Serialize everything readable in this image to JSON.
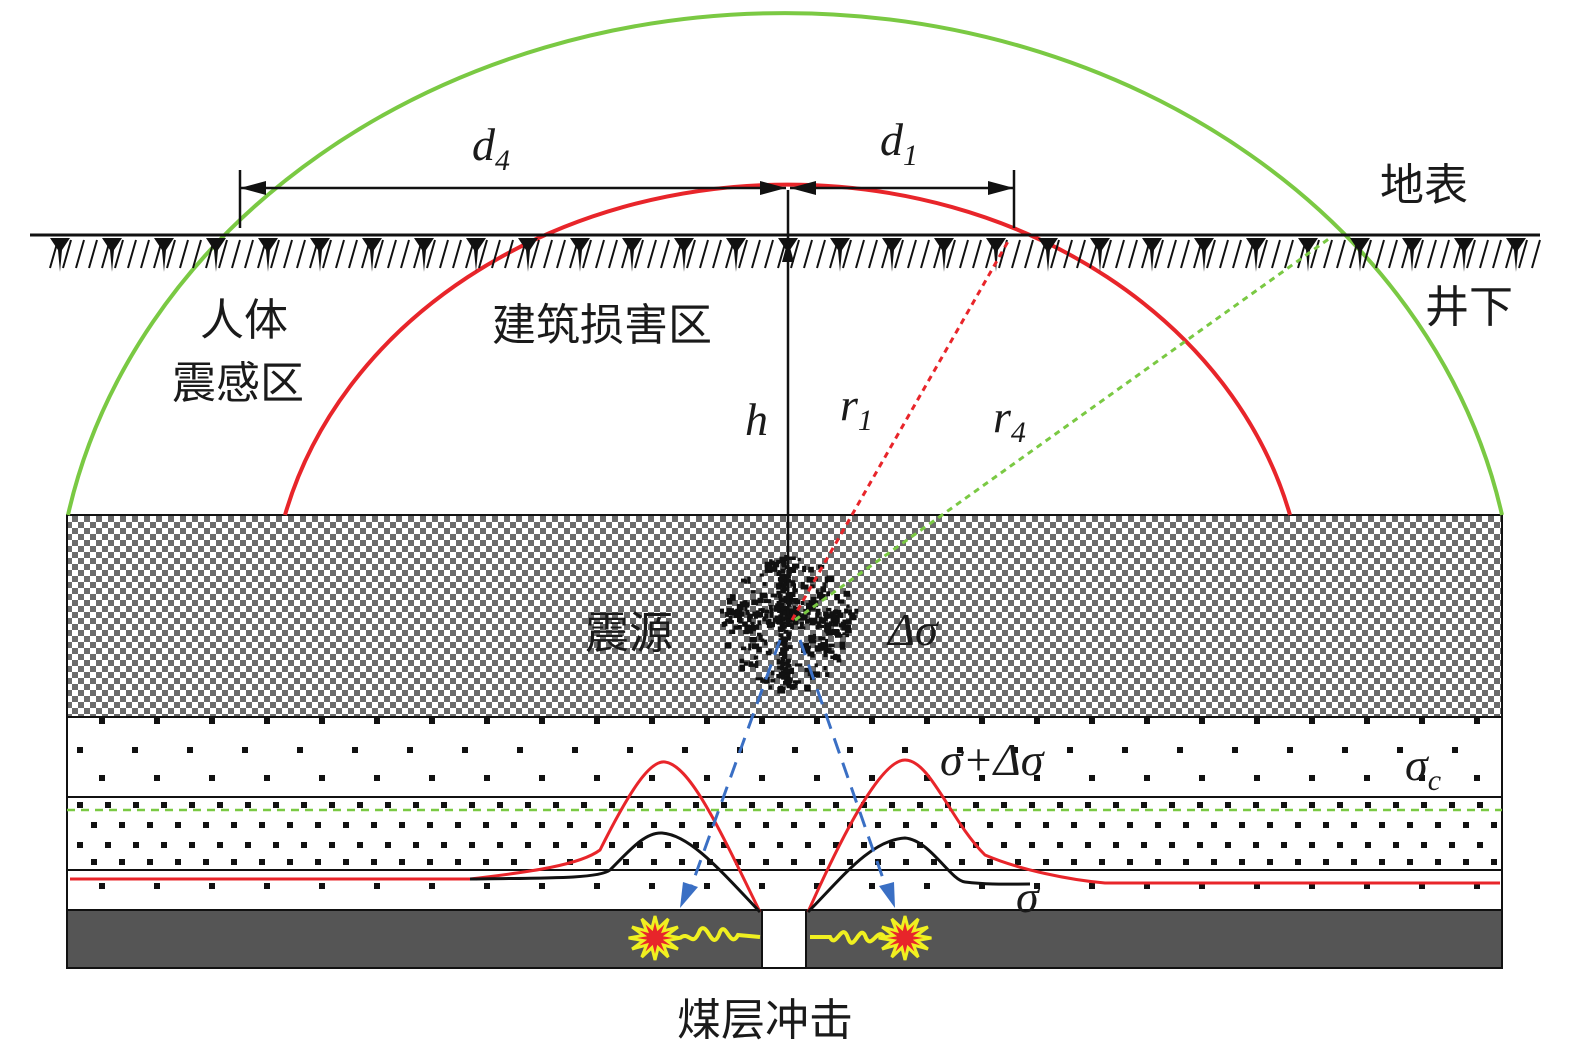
{
  "labels": {
    "surface": "地表",
    "underground": "井下",
    "human_zone_1": "人体",
    "human_zone_2": "震感区",
    "building_zone": "建筑损害区",
    "source": "震源",
    "coal_burst": "煤层冲击",
    "h": "h",
    "d4": "d",
    "d4_sub": "4",
    "d1": "d",
    "d1_sub": "1",
    "r1": "r",
    "r1_sub": "1",
    "r4": "r",
    "r4_sub": "4",
    "delta_sigma": "Δσ",
    "sigma_plus": "σ+Δσ",
    "sigma_c": "σ",
    "sigma_c_sub": "c",
    "sigma": "σ"
  },
  "colors": {
    "green": "#7ac943",
    "red": "#e8252a",
    "blue": "#3a6fc4",
    "coal": "#555555",
    "yellow": "#f0f020"
  }
}
